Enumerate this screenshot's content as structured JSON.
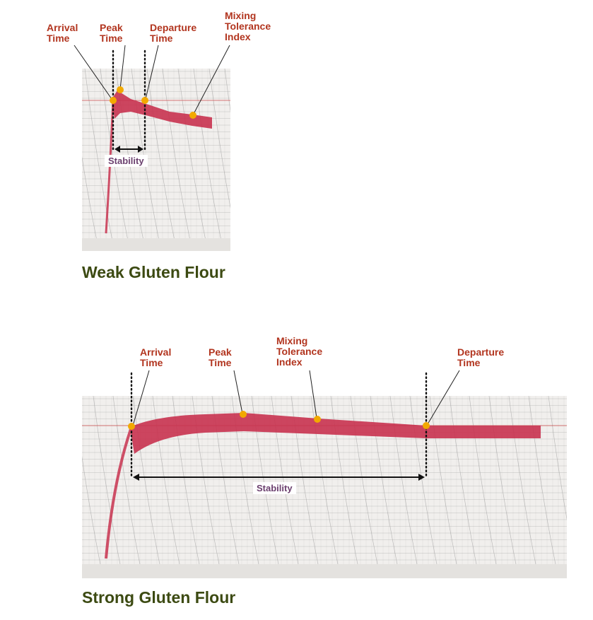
{
  "weak": {
    "labels": {
      "arrival": "Arrival\nTime",
      "peak": "Peak\nTime",
      "departure": "Departure\nTime",
      "mti": "Mixing\nTolerance\nIndex"
    },
    "stability": "Stability",
    "caption": "Weak Gluten Flour"
  },
  "strong": {
    "labels": {
      "arrival": "Arrival\nTime",
      "peak": "Peak\nTime",
      "mti": "Mixing\nTolerance\nIndex",
      "departure": "Departure\nTime"
    },
    "stability": "Stability",
    "caption": "Strong Gluten Flour"
  },
  "colors": {
    "label": "#b2351f",
    "caption": "#3c4a12",
    "stability": "#6b3f6e",
    "trace": "#c8324f",
    "marker": "#f2a900",
    "grid": "#9a9a9a",
    "chart_bg": "#f1efed"
  }
}
